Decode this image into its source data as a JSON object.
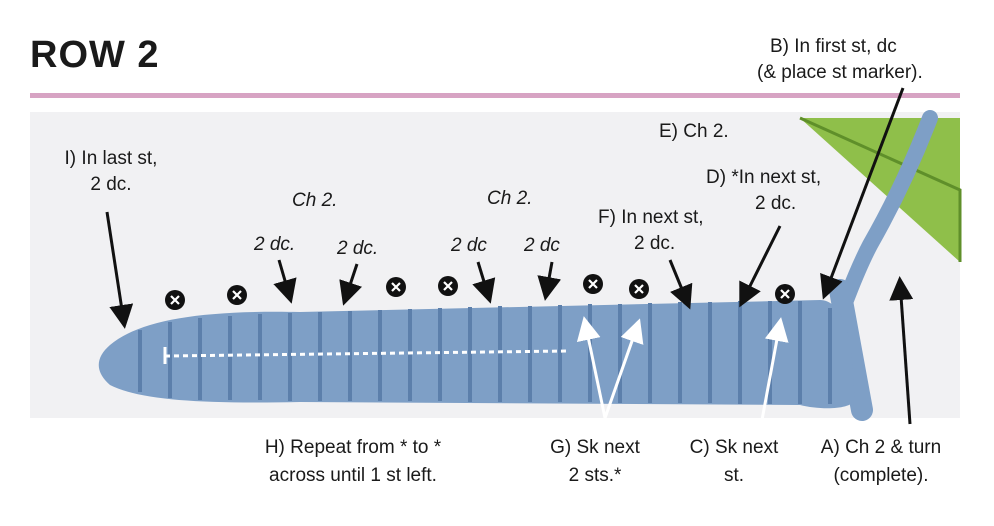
{
  "title": "ROW 2",
  "colors": {
    "accent_rule": "#d7a3c3",
    "yarn": "#7e9fc6",
    "hook": "#8fbf4a",
    "marker": "#111111"
  },
  "labels": {
    "b1": "B) In first st, dc",
    "b2": "(& place st marker).",
    "e": "E) Ch 2.",
    "i1": "I) In last st,",
    "i2": "2 dc.",
    "d1": "D) *In next st,",
    "d2": "2 dc.",
    "ch2a": "Ch 2.",
    "ch2b": "Ch 2.",
    "f1": "F) In next st,",
    "f2": "2 dc.",
    "dc1": "2 dc.",
    "dc2": "2 dc.",
    "dc3": "2 dc",
    "dc4": "2 dc",
    "h1": "H) Repeat from * to *",
    "h2": "across until 1 st left.",
    "g1": "G) Sk next",
    "g2": "2 sts.*",
    "c1": "C) Sk next",
    "c2": "st.",
    "a1": "A) Ch 2 & turn",
    "a2": "(complete)."
  }
}
